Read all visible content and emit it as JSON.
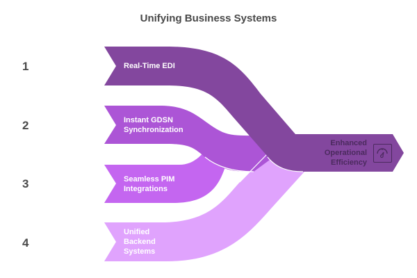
{
  "title": "Unifying Business Systems",
  "steps": [
    {
      "number": "1",
      "label": "Real-Time EDI",
      "color": "#83479E"
    },
    {
      "number": "2",
      "label": "Instant GDSN Synchronization",
      "color": "#AC55D6"
    },
    {
      "number": "3",
      "label": "Seamless PIM Integrations",
      "color": "#C466F0"
    },
    {
      "number": "4",
      "label": "Unified Backend Systems",
      "color": "#E0A3FD"
    }
  ],
  "output": {
    "label_lines": [
      "Enhanced",
      "Operational",
      "Efficiency"
    ],
    "icon": "gauge-icon",
    "color": "#83479E"
  },
  "step_label_lines": [
    [
      "Real-Time EDI"
    ],
    [
      "Instant GDSN",
      "Synchronization"
    ],
    [
      "Seamless PIM",
      "Integrations"
    ],
    [
      "Unified",
      "Backend",
      "Systems"
    ]
  ]
}
